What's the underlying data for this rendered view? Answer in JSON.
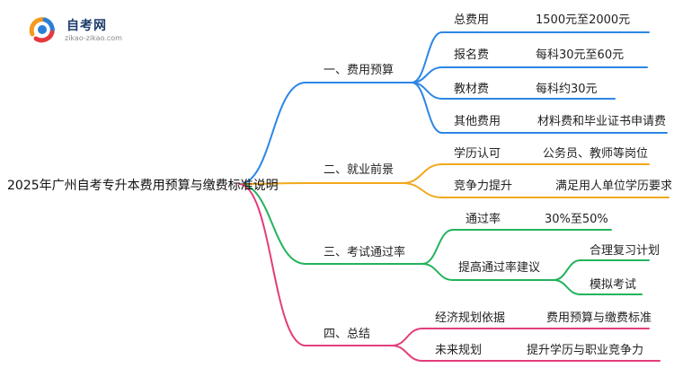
{
  "logo": {
    "title": "自考网",
    "url": "zikao-zikao.com",
    "colors": {
      "c_orange": "#f39a1f",
      "c_blue": "#2c7fd6",
      "c_red": "#e6393f",
      "text": "#1b3a6b"
    }
  },
  "root": {
    "label": "2025年广州自考专升本费用预算与缴费标准说明"
  },
  "colors": {
    "blue": "#2c86e6",
    "orange": "#f2a81c",
    "green": "#22b35c",
    "pink": "#e33d7b"
  },
  "branches": [
    {
      "label": "一、费用预算",
      "color": "blue",
      "children": [
        {
          "label": "总费用",
          "value": "1500元至2000元"
        },
        {
          "label": "报名费",
          "value": "每科30元至60元"
        },
        {
          "label": "教材费",
          "value": "每科约30元"
        },
        {
          "label": "其他费用",
          "value": "材料费和毕业证书申请费"
        }
      ]
    },
    {
      "label": "二、就业前景",
      "color": "orange",
      "children": [
        {
          "label": "学历认可",
          "value": "公务员、教师等岗位"
        },
        {
          "label": "竞争力提升",
          "value": "满足用人单位学历要求"
        }
      ]
    },
    {
      "label": "三、考试通过率",
      "color": "green",
      "children": [
        {
          "label": "通过率",
          "value": "30%至50%"
        },
        {
          "label": "提高通过率建议",
          "subs": [
            "合理复习计划",
            "模拟考试"
          ]
        }
      ]
    },
    {
      "label": "四、总结",
      "color": "pink",
      "children": [
        {
          "label": "经济规划依据",
          "value": "费用预算与缴费标准"
        },
        {
          "label": "未来规划",
          "value": "提升学历与职业竞争力"
        }
      ]
    }
  ]
}
